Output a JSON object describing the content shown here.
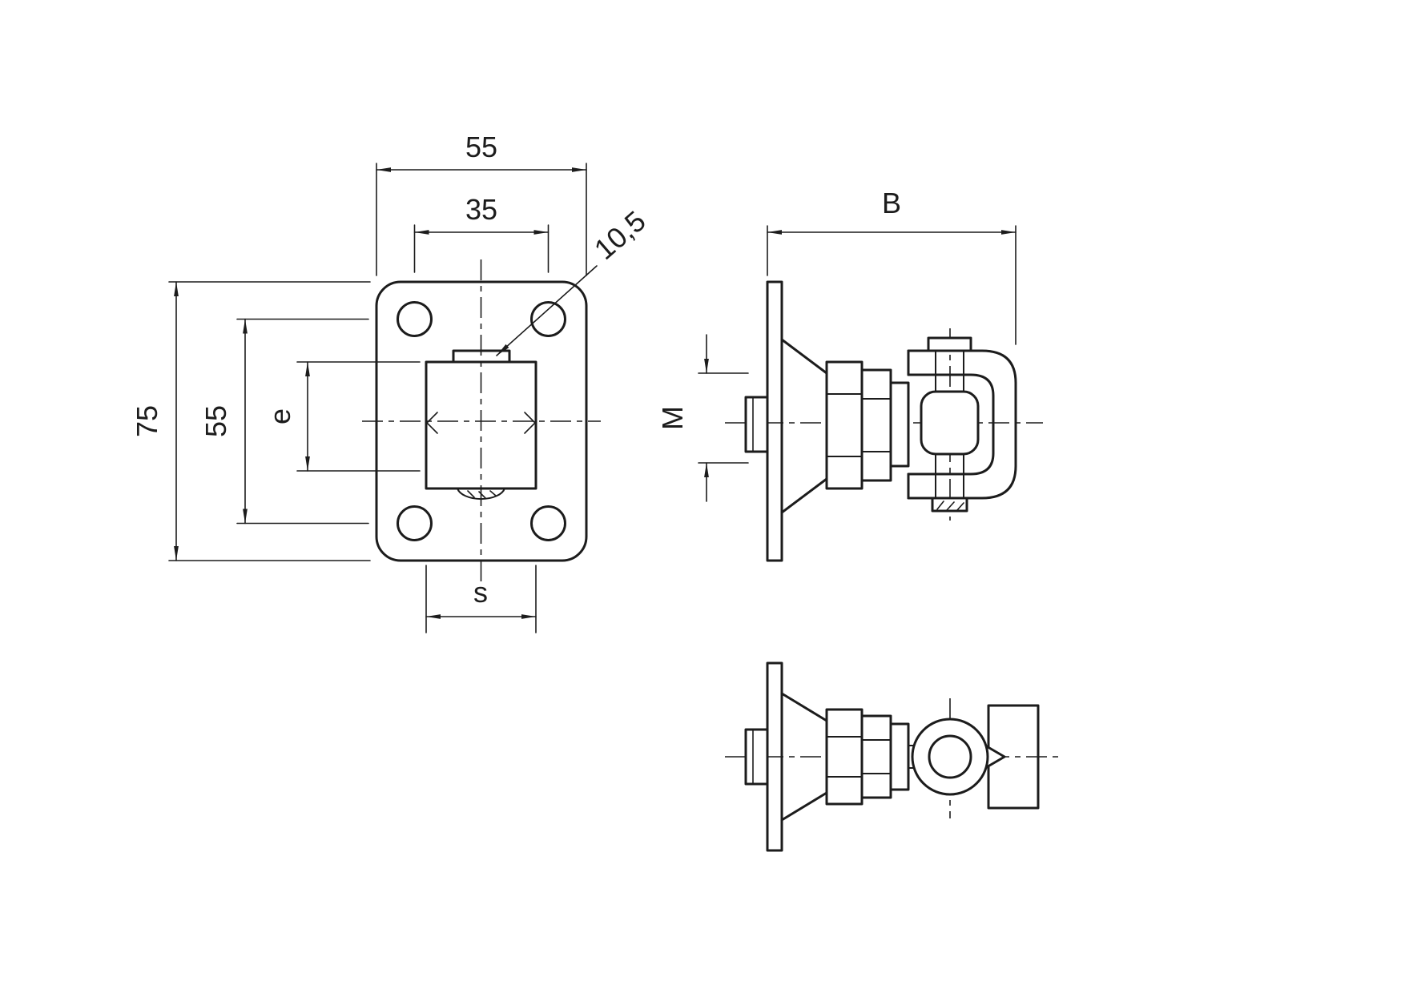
{
  "page": {
    "background_color": "#ffffff",
    "line_color": "#1c1c1c"
  },
  "front_view": {
    "dim_plate_width": "55",
    "dim_hole_pitch_horizontal": "35",
    "dim_hole_diameter": "10,5",
    "dim_plate_height": "75",
    "dim_hole_pitch_vertical": "55",
    "dim_body_height_label": "e",
    "dim_body_width_label": "s"
  },
  "side_view": {
    "dim_depth_label": "B",
    "dim_thread_label": "M"
  }
}
